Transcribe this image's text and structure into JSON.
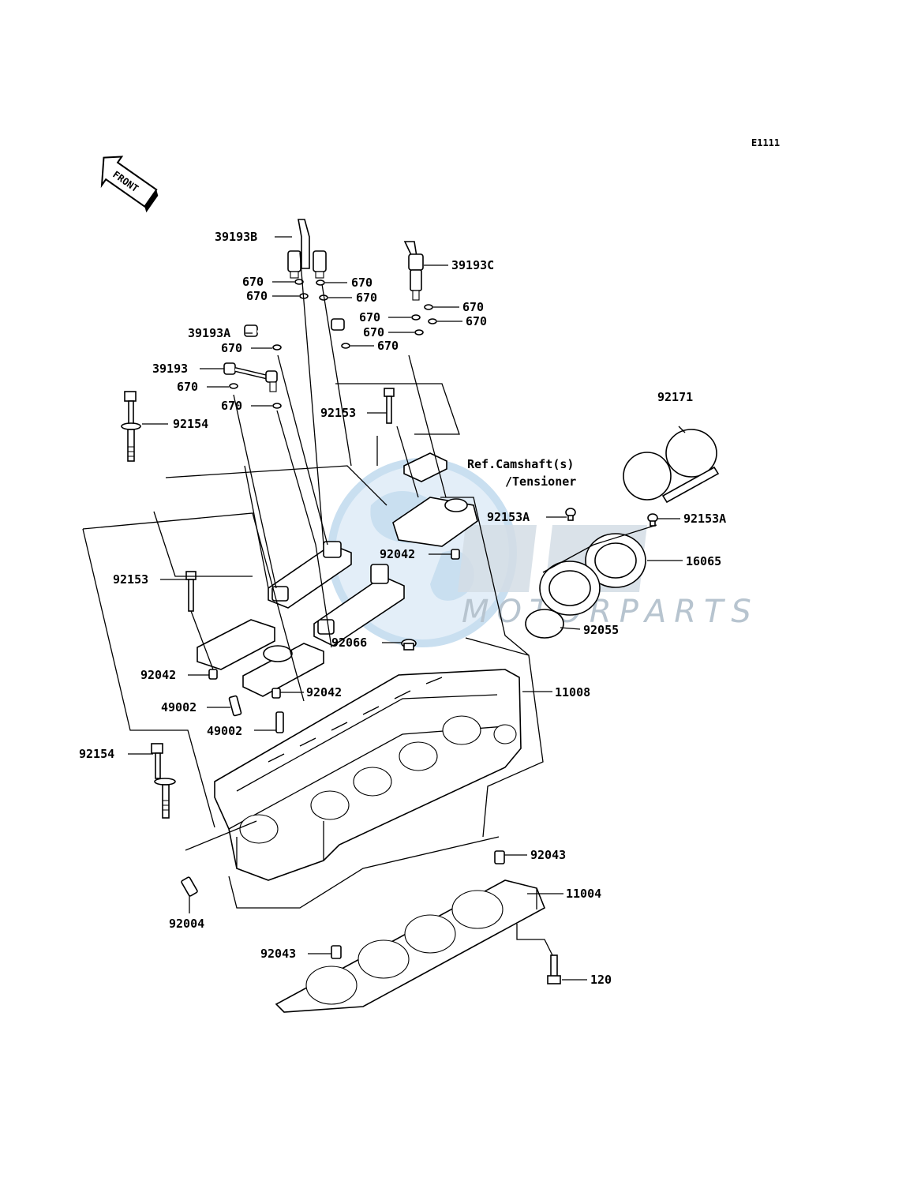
{
  "diagram_code": "E1111",
  "front_label": "FRONT",
  "reference_note": {
    "line1": "Ref.Camshaft(s)",
    "line2": "/Tensioner"
  },
  "watermark": {
    "text": "MOTORPARTS",
    "color": "#b7c4cf",
    "globe_color": "#c9dff0"
  },
  "labels": {
    "p39193B": "39193B",
    "p39193C": "39193C",
    "p39193A": "39193A",
    "p39193": "39193",
    "p670_1": "670",
    "p670_2": "670",
    "p670_3": "670",
    "p670_4": "670",
    "p670_5": "670",
    "p670_6": "670",
    "p670_7": "670",
    "p670_8": "670",
    "p670_9": "670",
    "p670_10": "670",
    "p670_11": "670",
    "p670_12": "670",
    "p92154_a": "92154",
    "p92153_a": "92153",
    "p92153_b": "92153",
    "p92171": "92171",
    "p92153A_a": "92153A",
    "p92153A_b": "92153A",
    "p16065": "16065",
    "p92042_a": "92042",
    "p92042_b": "92042",
    "p92042_c": "92042",
    "p92055": "92055",
    "p92066": "92066",
    "p11008": "11008",
    "p49002_a": "49002",
    "p49002_b": "49002",
    "p92154_b": "92154",
    "p92043_a": "92043",
    "p92043_b": "92043",
    "p11004": "11004",
    "p92004": "92004",
    "p120": "120"
  }
}
